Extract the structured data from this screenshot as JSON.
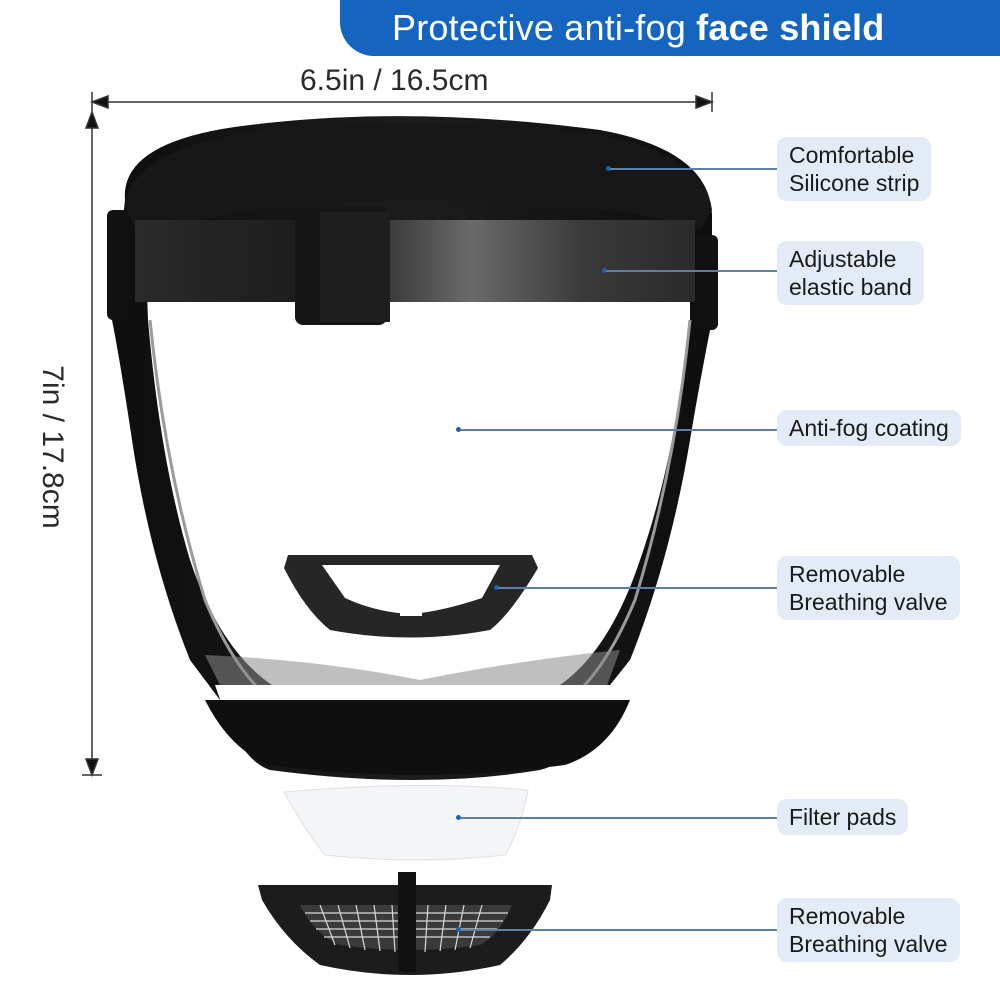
{
  "header": {
    "title_regular": "Protective anti-fog ",
    "title_bold": "face shield",
    "banner_color": "#1565c0"
  },
  "dimensions": {
    "width_label": "6.5in / 16.5cm",
    "height_label": "7in / 17.8cm"
  },
  "callouts": [
    {
      "id": "silicone-strip",
      "line1": "Comfortable",
      "line2": "Silicone strip"
    },
    {
      "id": "elastic-band",
      "line1": "Adjustable",
      "line2": "elastic band"
    },
    {
      "id": "anti-fog",
      "line1": "Anti-fog coating",
      "line2": ""
    },
    {
      "id": "breathing-valve-frame",
      "line1": "Removable",
      "line2": "Breathing valve"
    },
    {
      "id": "filter-pads",
      "line1": "Filter pads",
      "line2": ""
    },
    {
      "id": "breathing-valve-cover",
      "line1": "Removable",
      "line2": "Breathing valve"
    }
  ],
  "colors": {
    "callout_bg": "#e3ecf6",
    "leader_line": "#5b7fa8",
    "product_black": "#141414"
  }
}
